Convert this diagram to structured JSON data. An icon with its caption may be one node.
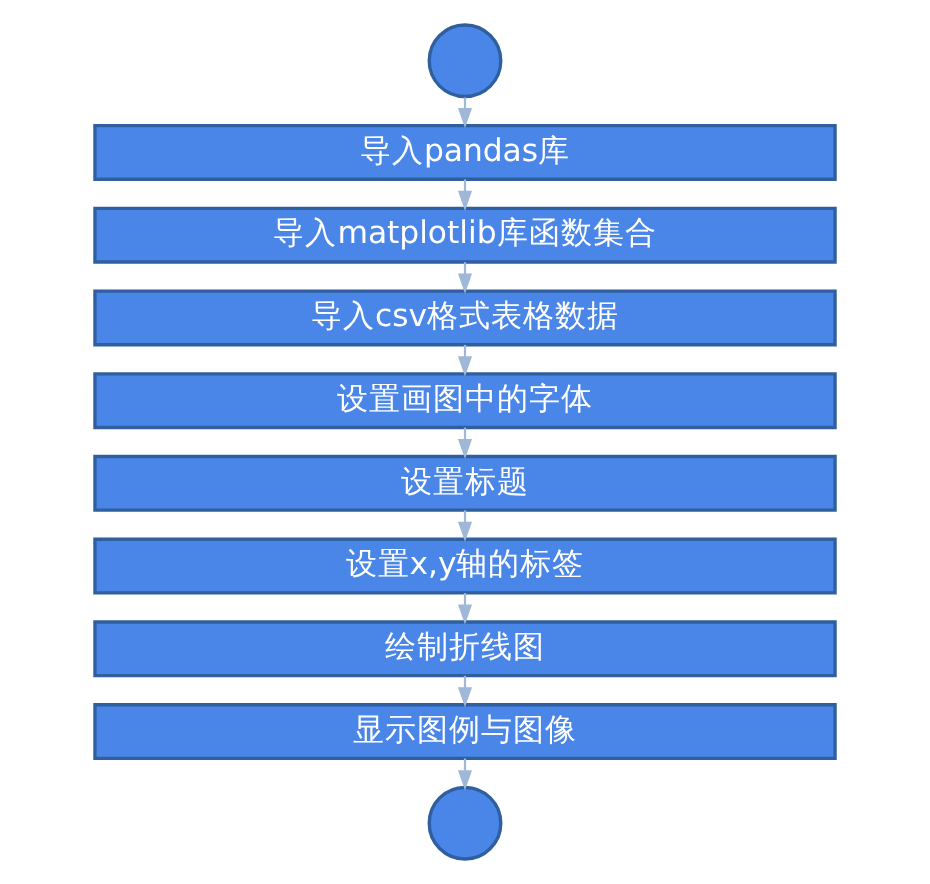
{
  "diagram": {
    "nodes": [
      {
        "text": [],
        "shape": "circle"
      },
      {
        "text": [
          "导入pandas库"
        ]
      },
      {
        "text": [
          "导入matplotlib库函数集合"
        ]
      },
      {
        "text": [
          "导入csv格式表格数据"
        ]
      },
      {
        "text": [
          "设置画图中的字体"
        ]
      },
      {
        "text": [
          "设置标题"
        ]
      },
      {
        "text": [
          "设置x,y轴的标签"
        ]
      },
      {
        "text": [
          "绘制折线图"
        ]
      },
      {
        "text": [
          "显示图例与图像"
        ]
      },
      {
        "text": [],
        "shape": "circle"
      }
    ],
    "edges": [
      {
        "from": 0,
        "to": 1,
        "arrow": "to"
      },
      {
        "from": 1,
        "to": 2,
        "arrow": "to"
      },
      {
        "from": 2,
        "to": 3,
        "arrow": "to"
      },
      {
        "from": 3,
        "to": 4,
        "arrow": "to"
      },
      {
        "from": 4,
        "to": 5,
        "arrow": "to"
      },
      {
        "from": 5,
        "to": 6,
        "arrow": "to"
      },
      {
        "from": 6,
        "to": 7,
        "arrow": "to"
      },
      {
        "from": 7,
        "to": 8,
        "arrow": "to"
      },
      {
        "from": 8,
        "to": 9,
        "arrow": "to"
      }
    ]
  }
}
